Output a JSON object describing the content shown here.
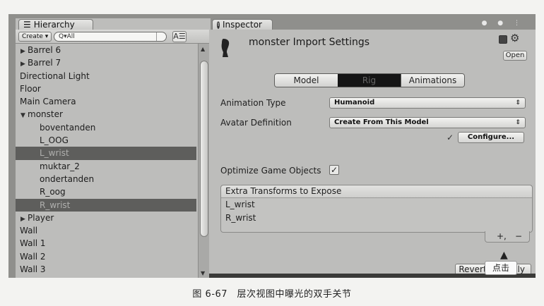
{
  "hierarchy": {
    "tab_title": "Hierarchy",
    "create_label": "Create",
    "search_placeholder": "All",
    "items": [
      {
        "label": "Barrel 6",
        "expander": "▶",
        "indent": 0,
        "selected": false
      },
      {
        "label": "Barrel 7",
        "expander": "▶",
        "indent": 0,
        "selected": false
      },
      {
        "label": "Directional Light",
        "expander": "",
        "indent": 0,
        "selected": false
      },
      {
        "label": "Floor",
        "expander": "",
        "indent": 0,
        "selected": false
      },
      {
        "label": "Main Camera",
        "expander": "",
        "indent": 0,
        "selected": false
      },
      {
        "label": "monster",
        "expander": "▼",
        "indent": 0,
        "selected": false
      },
      {
        "label": "boventanden",
        "expander": "",
        "indent": 1,
        "selected": false
      },
      {
        "label": "L_OOG",
        "expander": "",
        "indent": 1,
        "selected": false
      },
      {
        "label": "L_wrist",
        "expander": "",
        "indent": 1,
        "selected": true
      },
      {
        "label": "muktar_2",
        "expander": "",
        "indent": 1,
        "selected": false
      },
      {
        "label": "ondertanden",
        "expander": "",
        "indent": 1,
        "selected": false
      },
      {
        "label": "R_oog",
        "expander": "",
        "indent": 1,
        "selected": false
      },
      {
        "label": "R_wrist",
        "expander": "",
        "indent": 1,
        "selected": true
      },
      {
        "label": "Player",
        "expander": "▶",
        "indent": 0,
        "selected": false
      },
      {
        "label": "Wall",
        "expander": "",
        "indent": 0,
        "selected": false
      },
      {
        "label": "Wall 1",
        "expander": "",
        "indent": 0,
        "selected": false
      },
      {
        "label": "Wall 2",
        "expander": "",
        "indent": 0,
        "selected": false
      },
      {
        "label": "Wall 3",
        "expander": "",
        "indent": 0,
        "selected": false
      }
    ]
  },
  "inspector": {
    "tab_title": "Inspector",
    "title": "monster Import Settings",
    "open_label": "Open",
    "tabs": [
      "Model",
      "Rig",
      "Animations"
    ],
    "animation_type_label": "Animation Type",
    "animation_type_value": "Humanoid",
    "avatar_definition_label": "Avatar Definition",
    "avatar_definition_value": "Create From This Model",
    "check_mark": "✓",
    "configure_label": "Configure...",
    "optimize_label": "Optimize Game Objects",
    "optimize_checked": "✓",
    "extra_transforms_title": "Extra Transforms to Expose",
    "extra_transforms": [
      "L_wrist",
      "R_wrist"
    ],
    "plus": "+,",
    "minus": "−",
    "revert_label": "Revert",
    "apply_label": "Apply"
  },
  "callout": {
    "arrow": "▲",
    "text": "点击"
  },
  "caption": "图 6-67　层次视图中曝光的双手关节",
  "colors": {
    "panel": "#bdbdbb",
    "selection": "#5e5e5c",
    "rig_tab": "#151515"
  }
}
